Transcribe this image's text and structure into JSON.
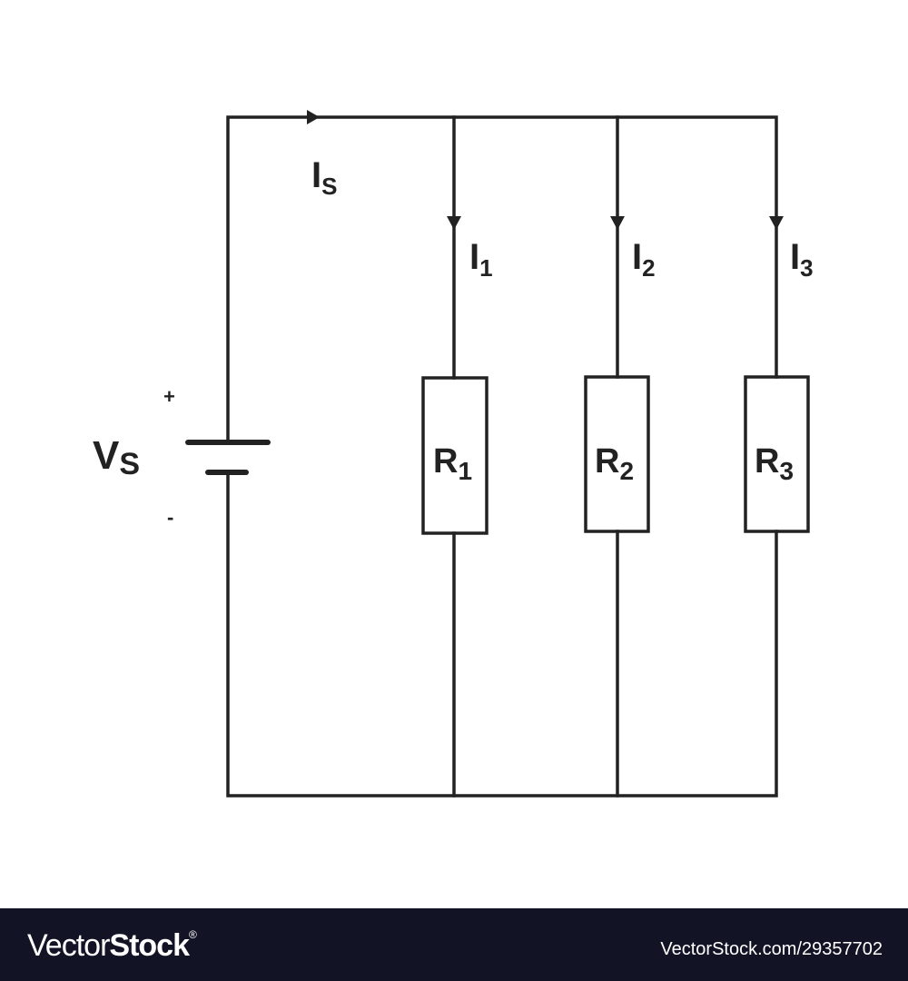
{
  "diagram": {
    "title": "Parallel resistor circuit",
    "source_label": "V",
    "source_sub": "S",
    "plus": "+",
    "minus": "-",
    "source_current": "I",
    "source_current_sub": "S",
    "branches": [
      {
        "current": "I",
        "current_sub": "1",
        "resistor": "R",
        "resistor_sub": "1"
      },
      {
        "current": "I",
        "current_sub": "2",
        "resistor": "R",
        "resistor_sub": "2"
      },
      {
        "current": "I",
        "current_sub": "3",
        "resistor": "R",
        "resistor_sub": "3"
      }
    ],
    "stroke_color": "#222222"
  },
  "watermark": "VectorStock",
  "footer": {
    "brand_light": "Vector",
    "brand_bold": "Stock",
    "registered": "®",
    "image_id": "VectorStock.com/29357702",
    "background": "#121426"
  }
}
